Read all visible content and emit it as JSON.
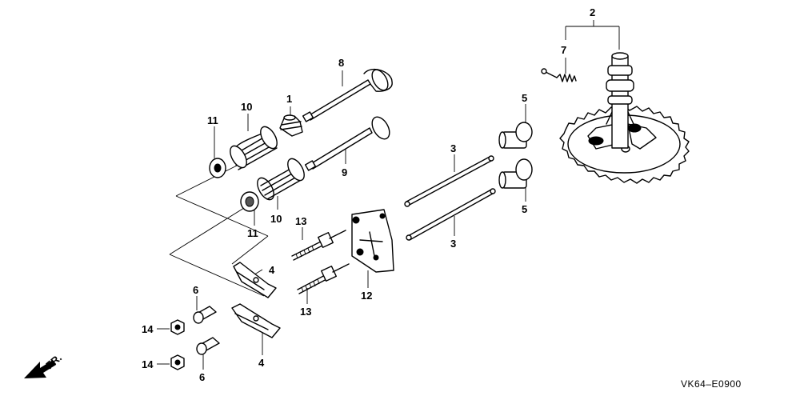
{
  "callouts": {
    "c1": "1",
    "c2": "2",
    "c3a": "3",
    "c3b": "3",
    "c4a": "4",
    "c4b": "4",
    "c5a": "5",
    "c5b": "5",
    "c6a": "6",
    "c6b": "6",
    "c7": "7",
    "c8": "8",
    "c9": "9",
    "c10a": "10",
    "c10b": "10",
    "c11a": "11",
    "c11b": "11",
    "c12": "12",
    "c13a": "13",
    "c13b": "13",
    "c14a": "14",
    "c14b": "14"
  },
  "direction_label": "FR.",
  "diagram_code": "VK64–E0900"
}
